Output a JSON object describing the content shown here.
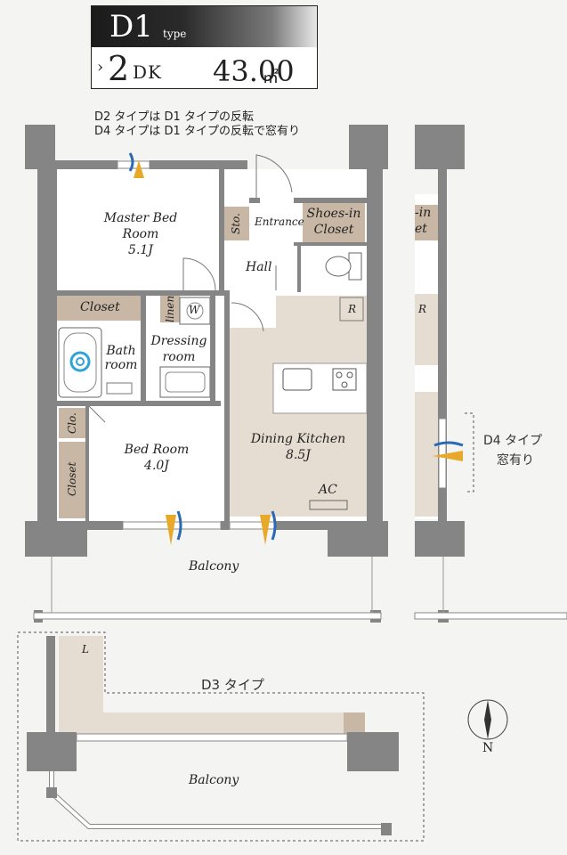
{
  "header": {
    "type_code": "D1",
    "type_word": "type",
    "layout_number": "2",
    "layout_kind": "DK",
    "area_value": "43.00",
    "area_unit": "㎡"
  },
  "notes": [
    "D2 タイプは D1 タイプの反転",
    "D4 タイプは D1 タイプの反転で窓有り"
  ],
  "rooms": {
    "master_bed": {
      "name_line1": "Master Bed",
      "name_line2": "Room",
      "size": "5.1J"
    },
    "storage": "Sto.",
    "entrance": "Entrance",
    "shoes_closet_line1": "Shoes-in",
    "shoes_closet_line2": "Closet",
    "hall": "Hall",
    "closet": "Closet",
    "linen": "linen",
    "washer": "W",
    "bath_line1": "Bath",
    "bath_line2": "room",
    "dressing_line1": "Dressing",
    "dressing_line2": "room",
    "fridge": "R",
    "closet_small": "Clo.",
    "bed_room": {
      "name": "Bed Room",
      "size": "4.0J"
    },
    "dining_kitchen": {
      "name": "Dining Kitchen",
      "size": "8.5J"
    },
    "aircon": "AC",
    "balcony": "Balcony"
  },
  "neighbor": {
    "shoes_fragment_1": "-in",
    "shoes_fragment_2": "et",
    "fridge": "R"
  },
  "d4_note_line1": "D4 タイプ",
  "d4_note_line2": "窓有り",
  "d3": {
    "title": "D3 タイプ",
    "l_label": "L",
    "balcony": "Balcony"
  },
  "compass": {
    "north": "N"
  },
  "colors": {
    "wall": "#858585",
    "floor_accent": "#e6ddd2",
    "closet": "#c7b7a4",
    "arrow_yellow": "#e8a92a",
    "arrow_blue": "#2a6ab5",
    "spiral": "#2da3d6"
  }
}
